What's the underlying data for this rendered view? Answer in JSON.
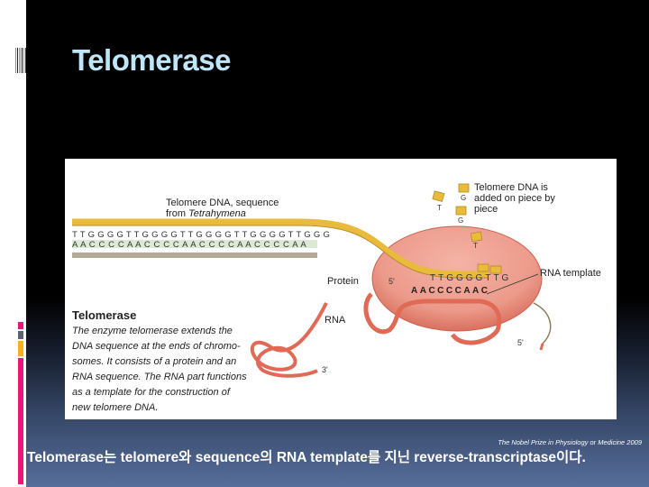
{
  "slide": {
    "title": "Telomerase",
    "caption": "Telomerase는 telomere와 sequence의 RNA template를 지닌 reverse-transcriptase이다.",
    "credit": "The Nobel Prize in Physiology or Medicine 2009",
    "colors": {
      "title": "#bfe6f7",
      "background_top": "#000000",
      "background_bottom": "#566e9b",
      "accent_pink": "#e8177a",
      "accent_gray": "#5a6470",
      "accent_orange": "#f5b21b"
    }
  },
  "figure": {
    "dna_label_line1": "Telomere DNA, sequence",
    "dna_label_line2_prefix": "from ",
    "dna_label_line2_italic": "Tetrahymena",
    "top_strand": "T T G G G G T T G G G G T T G G G G T T G G G G T T G G G",
    "bottom_strand": "A A C C C C A A C C C C A A C C C C A A C C C C A A",
    "added_label_line1": "Telomere DNA is",
    "added_label_line2": "added on piece by",
    "added_label_line3": "piece",
    "loose_nucleotides": [
      "T",
      "G",
      "G",
      "T"
    ],
    "bound_dna_sequence": "TTGGGGTTG",
    "rna_template_sequence": "AACCCCAAC",
    "label_protein": "Protein",
    "label_rna": "RNA",
    "label_rna_template": "RNA template",
    "label_5prime_dna": "5'",
    "label_5prime_rna": "5'",
    "label_3prime_rna": "3'",
    "box_title": "Telomerase",
    "box_lines": [
      "The enzyme telomerase extends the",
      "DNA sequence at the ends of chromo-",
      "somes. It consists of a protein and an",
      "RNA sequence. The RNA part functions",
      "as a template for the construction of",
      "new telomere DNA."
    ]
  }
}
